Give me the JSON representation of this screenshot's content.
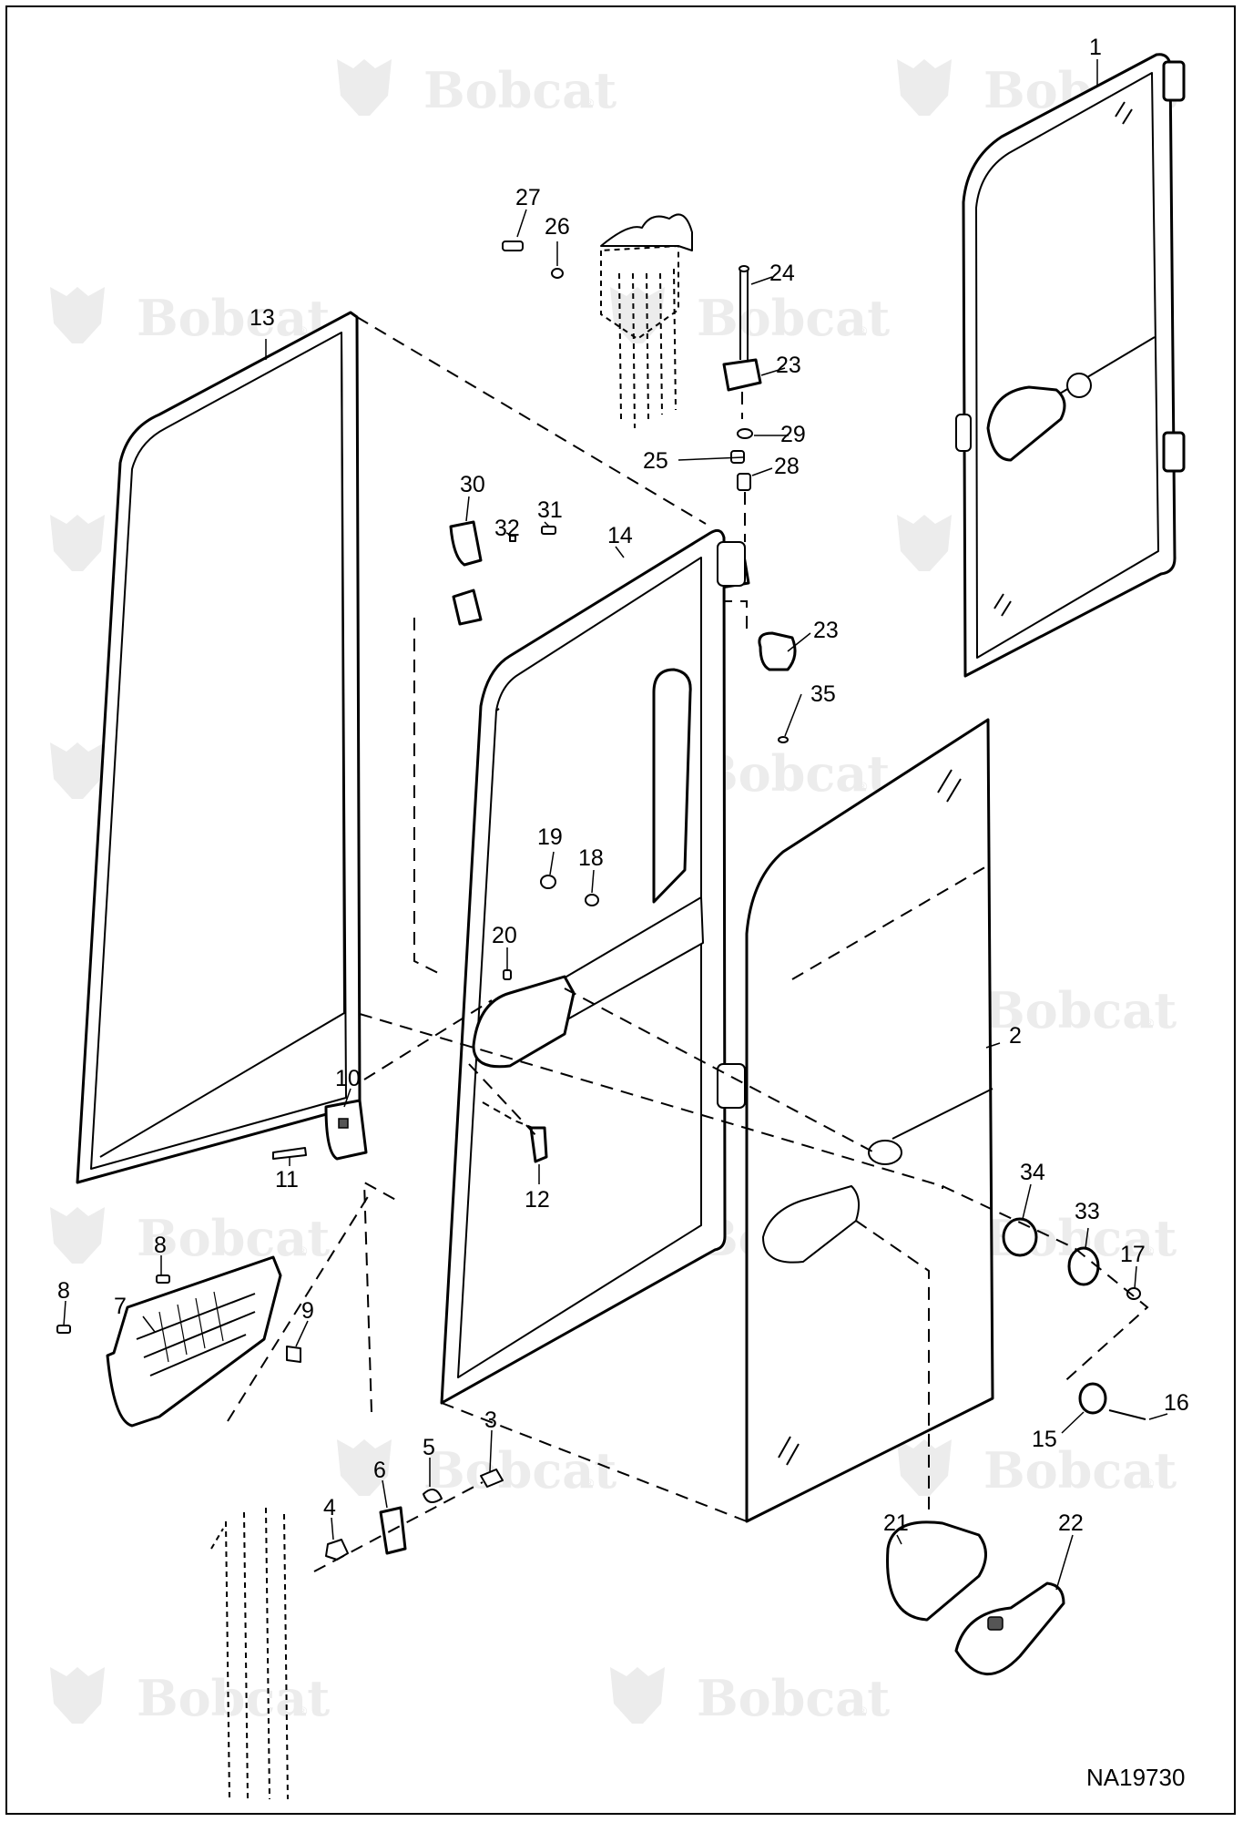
{
  "drawing_number": "NA19730",
  "watermark": {
    "brand": "Bobcat",
    "registered_mark": "®"
  },
  "callouts": [
    {
      "id": "1",
      "label": "1"
    },
    {
      "id": "2",
      "label": "2"
    },
    {
      "id": "3",
      "label": "3"
    },
    {
      "id": "4",
      "label": "4"
    },
    {
      "id": "5",
      "label": "5"
    },
    {
      "id": "6",
      "label": "6"
    },
    {
      "id": "7",
      "label": "7"
    },
    {
      "id": "8a",
      "label": "8"
    },
    {
      "id": "8b",
      "label": "8"
    },
    {
      "id": "9",
      "label": "9"
    },
    {
      "id": "10",
      "label": "10"
    },
    {
      "id": "11",
      "label": "11"
    },
    {
      "id": "12",
      "label": "12"
    },
    {
      "id": "13",
      "label": "13"
    },
    {
      "id": "14",
      "label": "14"
    },
    {
      "id": "15",
      "label": "15"
    },
    {
      "id": "16",
      "label": "16"
    },
    {
      "id": "17",
      "label": "17"
    },
    {
      "id": "18",
      "label": "18"
    },
    {
      "id": "19",
      "label": "19"
    },
    {
      "id": "20",
      "label": "20"
    },
    {
      "id": "21",
      "label": "21"
    },
    {
      "id": "22",
      "label": "22"
    },
    {
      "id": "23a",
      "label": "23"
    },
    {
      "id": "23b",
      "label": "23"
    },
    {
      "id": "24",
      "label": "24"
    },
    {
      "id": "25",
      "label": "25"
    },
    {
      "id": "26",
      "label": "26"
    },
    {
      "id": "27",
      "label": "27"
    },
    {
      "id": "28",
      "label": "28"
    },
    {
      "id": "29",
      "label": "29"
    },
    {
      "id": "30",
      "label": "30"
    },
    {
      "id": "31",
      "label": "31"
    },
    {
      "id": "32",
      "label": "32"
    },
    {
      "id": "33",
      "label": "33"
    },
    {
      "id": "34",
      "label": "34"
    },
    {
      "id": "35",
      "label": "35"
    }
  ]
}
